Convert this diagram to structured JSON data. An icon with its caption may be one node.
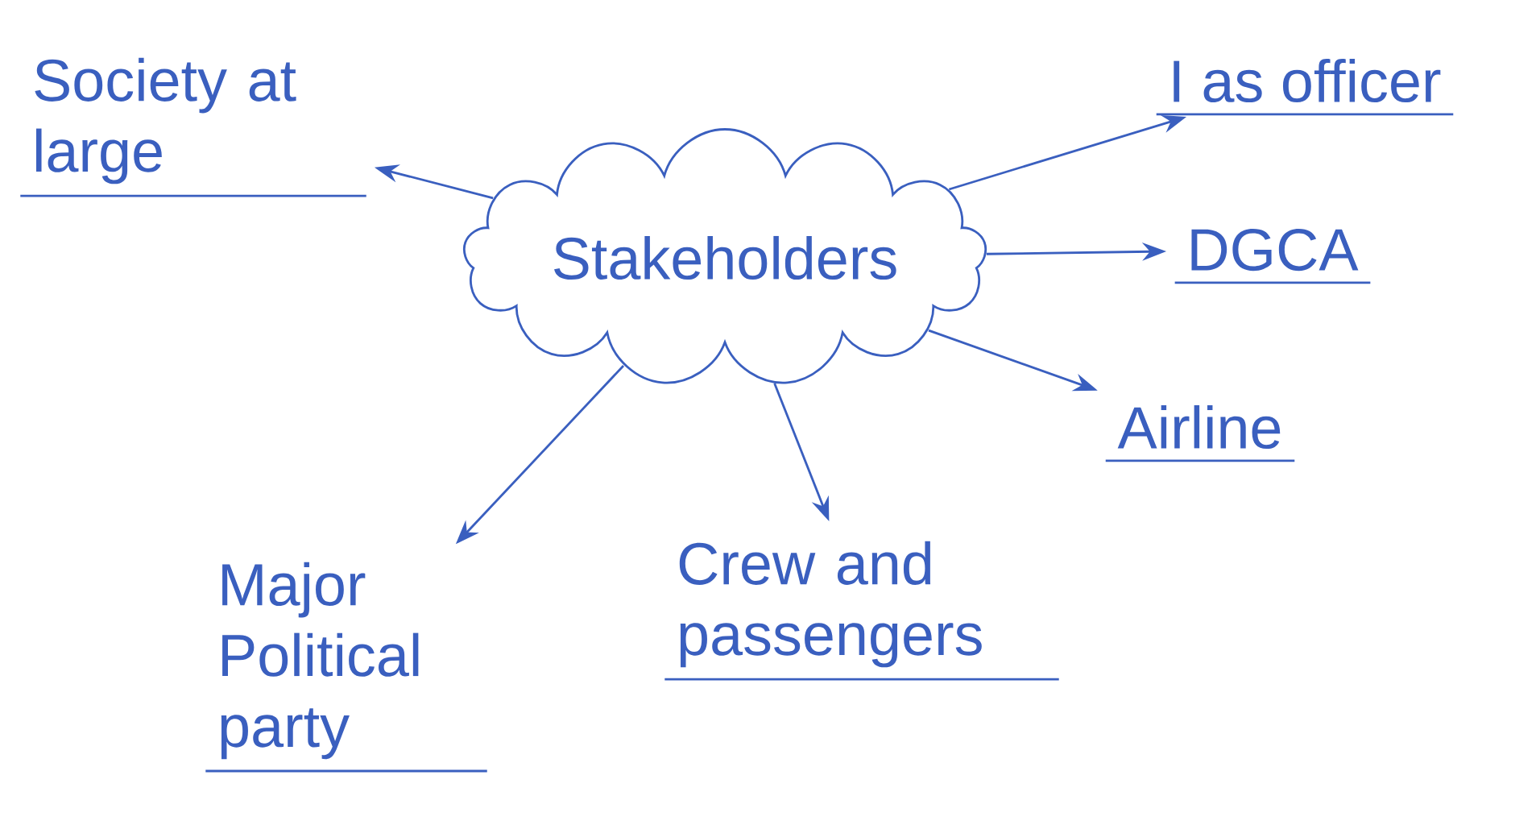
{
  "diagram": {
    "nodes": [
      {
        "text": [
          "Stakeholders"
        ]
      },
      {
        "text": [
          "Society at large"
        ]
      },
      {
        "text": [
          "I as officer"
        ]
      },
      {
        "text": [
          "DGCA"
        ]
      },
      {
        "text": [
          "Airline"
        ]
      },
      {
        "text": [
          "Major Political party"
        ]
      },
      {
        "text": [
          "Crew and passengers"
        ]
      }
    ],
    "edges": [
      {
        "from": 0,
        "to": 1,
        "arrow": "to"
      },
      {
        "from": 0,
        "to": 2,
        "arrow": "to"
      },
      {
        "from": 0,
        "to": 3,
        "arrow": "to"
      },
      {
        "from": 0,
        "to": 4,
        "arrow": "to"
      },
      {
        "from": 0,
        "to": 5,
        "arrow": "to"
      },
      {
        "from": 0,
        "to": 6,
        "arrow": "to"
      }
    ]
  }
}
